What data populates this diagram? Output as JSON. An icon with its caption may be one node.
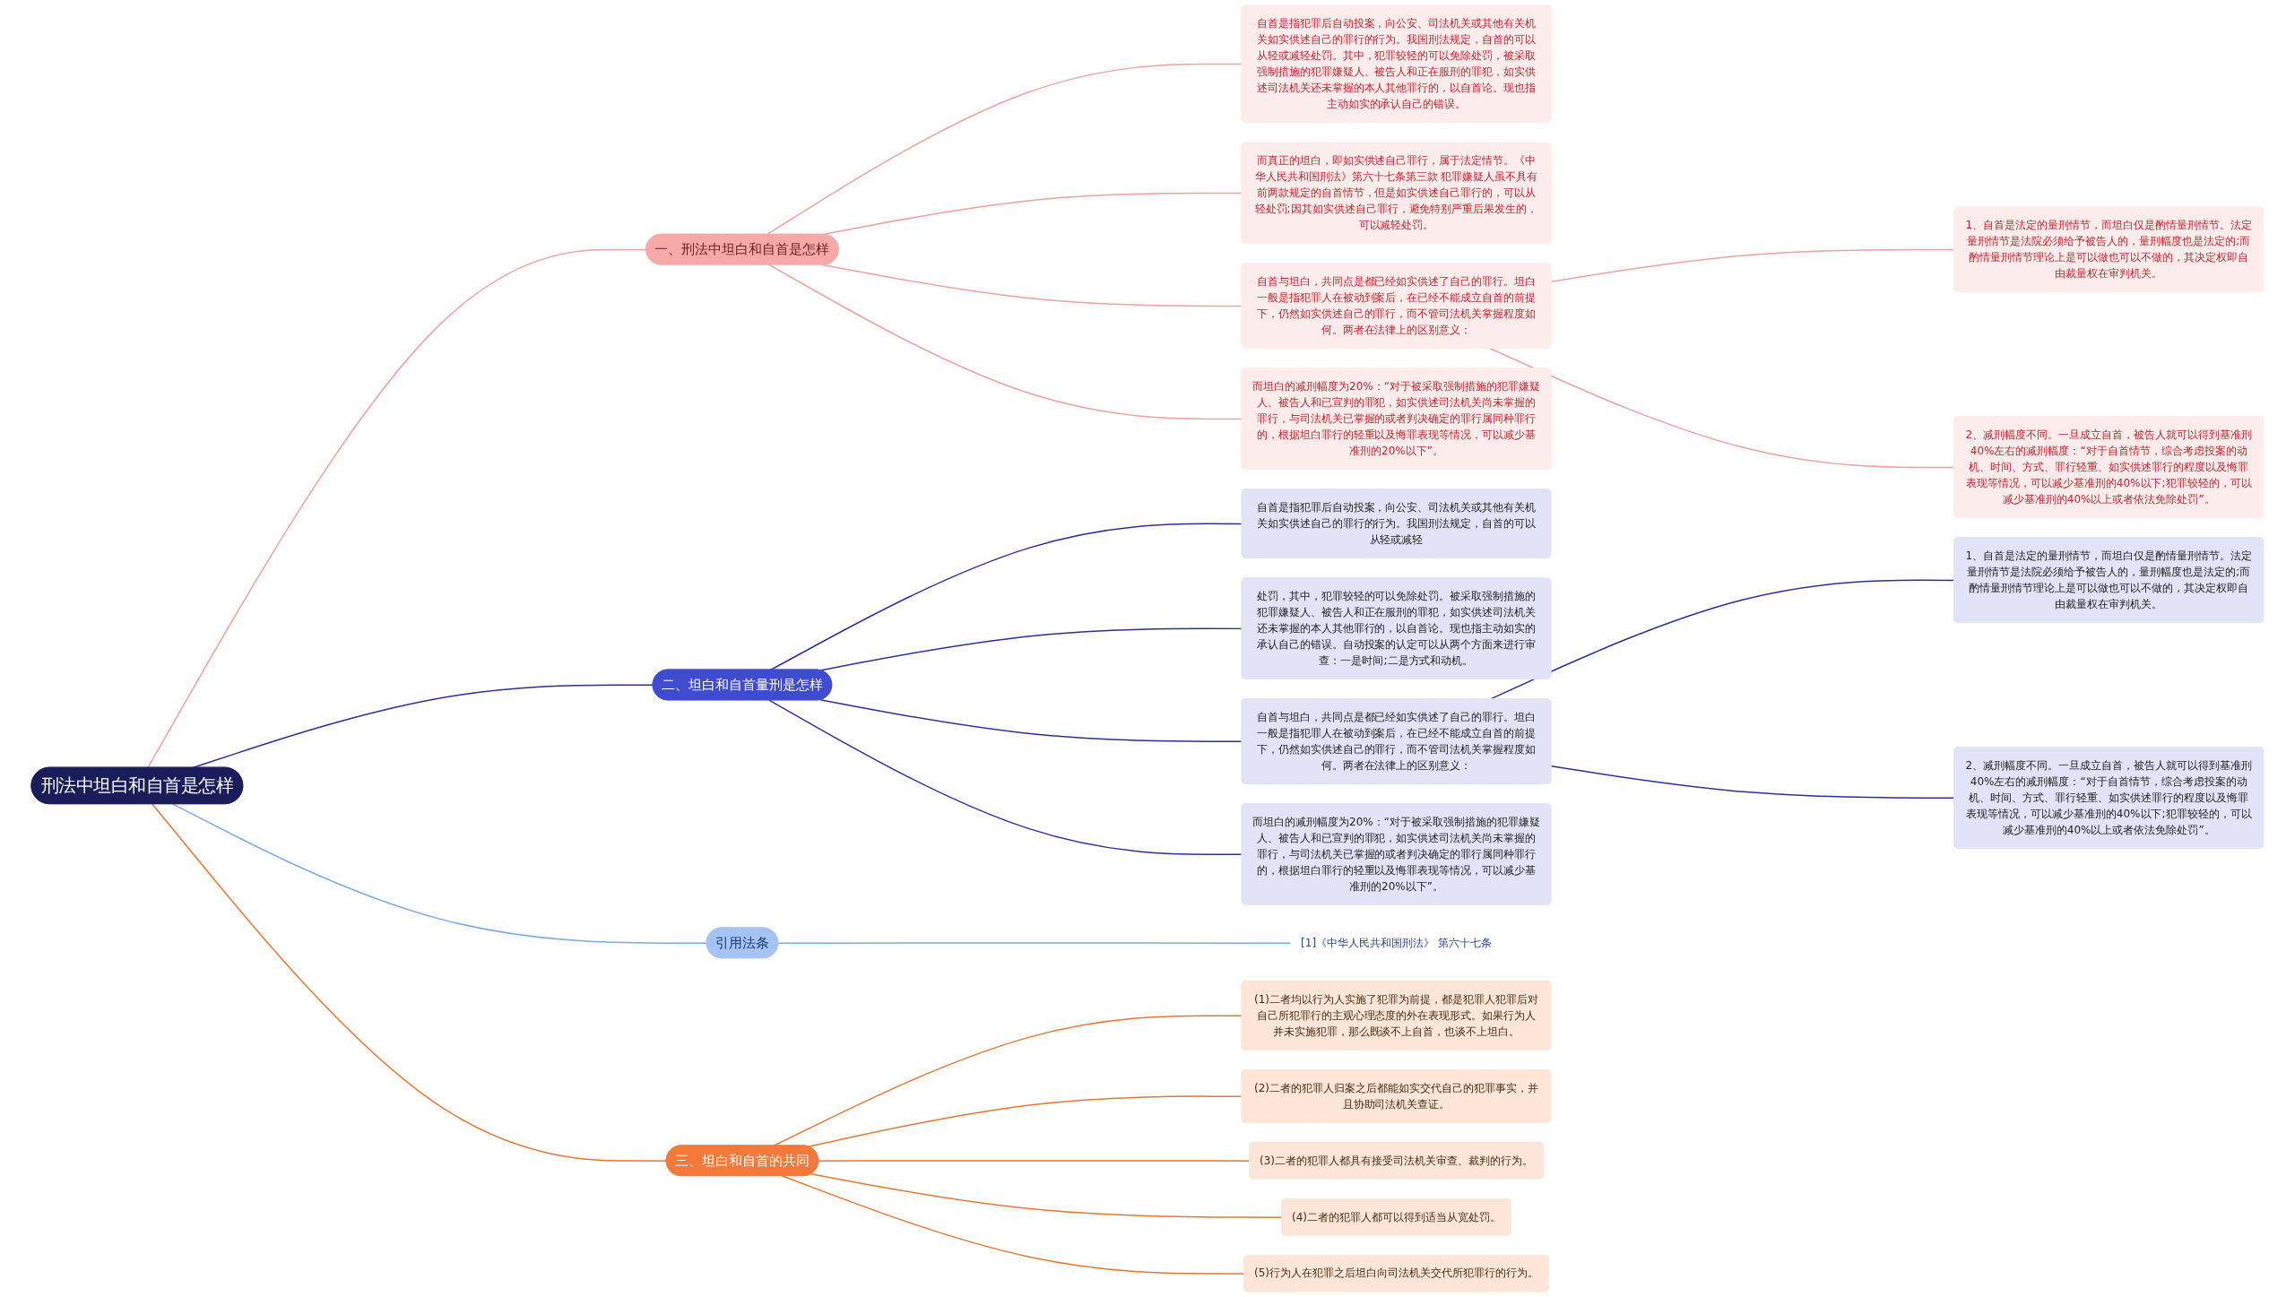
{
  "diagram": {
    "nodes": [
      {
        "text": [
          "刑法中坦白和自首是怎样"
        ]
      },
      {
        "text": [
          "一、刑法中坦白和自首是怎样"
        ]
      },
      {
        "text": [
          "自首是指犯罪后自动投案，向公安、司法机关或其他有关机关如实供述自己的罪行的行为。我国刑法规定，自首的可以从轻或减轻处罚。其中，犯罪较轻的可以免除处罚，被采取强制措施的犯罪嫌疑人、被告人和正在服刑的罪犯，如实供述司法机关还未掌握的本人其他罪行的，以自首论。现也指主动如实的承认自己的错误。"
        ]
      },
      {
        "text": [
          "而真正的坦白，即如实供述自己罪行，属于法定情节。《中华人民共和国刑法》第六十七条第三款 犯罪嫌疑人虽不具有前两款规定的自首情节，但是如实供述自己罪行的，可以从轻处罚;因其如实供述自己罪行，避免特别严重后果发生的，可以减轻处罚。"
        ]
      },
      {
        "text": [
          "自首与坦白，共同点是都已经如实供述了自己的罪行。坦白一般是指犯罪人在被动到案后，在已经不能成立自首的前提下，仍然如实供述自己的罪行，而不管司法机关掌握程度如何。两者在法律上的区别意义："
        ]
      },
      {
        "text": [
          "而坦白的减刑幅度为20%：“对于被采取强制措施的犯罪嫌疑人、被告人和已宣判的罪犯，如实供述司法机关尚未掌握的罪行，与司法机关已掌握的或者判决确定的罪行属同种罪行的，根据坦白罪行的轻重以及悔罪表现等情况，可以减少基准刑的20%以下”。"
        ]
      },
      {
        "text": [
          "1、自首是法定的量刑情节，而坦白仅是酌情量刑情节。法定量刑情节是法院必须给予被告人的，量刑幅度也是法定的;而酌情量刑情节理论上是可以做也可以不做的，其决定权即自由裁量权在审判机关。"
        ]
      },
      {
        "text": [
          "2、减刑幅度不同。一旦成立自首，被告人就可以得到基准刑40%左右的减刑幅度：“对于自首情节，综合考虑投案的动机、时间、方式、罪行轻重、如实供述罪行的程度以及悔罪表现等情况，可以减少基准刑的40%以下;犯罪较轻的，可以减少基准刑的40%以上或者依法免除处罚”。"
        ]
      },
      {
        "text": [
          "二、坦白和自首量刑是怎样"
        ]
      },
      {
        "text": [
          "自首是指犯罪后自动投案，向公安、司法机关或其他有关机关如实供述自己的罪行的行为。我国刑法规定，自首的可以从轻或减轻"
        ]
      },
      {
        "text": [
          "处罚，其中，犯罪较轻的可以免除处罚。被采取强制措施的犯罪嫌疑人、被告人和正在服刑的罪犯，如实供述司法机关还未掌握的本人其他罪行的，以自首论。现也指主动如实的承认自己的错误。自动投案的认定可以从两个方面来进行审查：一是时间;二是方式和动机。"
        ]
      },
      {
        "text": [
          "自首与坦白，共同点是都已经如实供述了自己的罪行。坦白一般是指犯罪人在被动到案后，在已经不能成立自首的前提下，仍然如实供述自己的罪行，而不管司法机关掌握程度如何。两者在法律上的区别意义："
        ]
      },
      {
        "text": [
          "而坦白的减刑幅度为20%：“对于被采取强制措施的犯罪嫌疑人、被告人和已宣判的罪犯，如实供述司法机关尚未掌握的罪行，与司法机关已掌握的或者判决确定的罪行属同种罪行的，根据坦白罪行的轻重以及悔罪表现等情况，可以减少基准刑的20%以下”。"
        ]
      },
      {
        "text": [
          "1、自首是法定的量刑情节，而坦白仅是酌情量刑情节。法定量刑情节是法院必须给予被告人的，量刑幅度也是法定的;而酌情量刑情节理论上是可以做也可以不做的，其决定权即自由裁量权在审判机关。"
        ]
      },
      {
        "text": [
          "2、减刑幅度不同。一旦成立自首，被告人就可以得到基准刑40%左右的减刑幅度：“对于自首情节，综合考虑投案的动机、时间、方式、罪行轻重、如实供述罪行的程度以及悔罪表现等情况，可以减少基准刑的40%以下;犯罪较轻的，可以减少基准刑的40%以上或者依法免除处罚”。"
        ]
      },
      {
        "text": [
          "引用法条"
        ]
      },
      {
        "text": [
          "[1]《中华人民共和国刑法》 第六十七条"
        ]
      },
      {
        "text": [
          "三、坦白和自首的共同"
        ]
      },
      {
        "text": [
          "(1)二者均以行为人实施了犯罪为前提，都是犯罪人犯罪后对自己所犯罪行的主观心理态度的外在表现形式。如果行为人并未实施犯罪，那么既谈不上自首，也谈不上坦白。"
        ]
      },
      {
        "text": [
          "(2)二者的犯罪人归案之后都能如实交代自己的犯罪事实，并且协助司法机关查证。"
        ]
      },
      {
        "text": [
          "(3)二者的犯罪人都具有接受司法机关审查、裁判的行为。"
        ]
      },
      {
        "text": [
          "(4)二者的犯罪人都可以得到适当从宽处罚。"
        ]
      },
      {
        "text": [
          "(5)行为人在犯罪之后坦白向司法机关交代所犯罪行的行为。"
        ]
      }
    ],
    "edges": [
      {
        "from": 0,
        "to": 1,
        "arrow": "none",
        "color": "#f0a0a0"
      },
      {
        "from": 1,
        "to": 2,
        "arrow": "none",
        "color": "#f0a0a0"
      },
      {
        "from": 1,
        "to": 3,
        "arrow": "none",
        "color": "#f0a0a0"
      },
      {
        "from": 1,
        "to": 4,
        "arrow": "none",
        "color": "#f0a0a0"
      },
      {
        "from": 1,
        "to": 5,
        "arrow": "none",
        "color": "#f0a0a0"
      },
      {
        "from": 4,
        "to": 6,
        "arrow": "none",
        "color": "#f0a0a0"
      },
      {
        "from": 4,
        "to": 7,
        "arrow": "none",
        "color": "#f0a0a0"
      },
      {
        "from": 0,
        "to": 8,
        "arrow": "none",
        "color": "#2b2f9e"
      },
      {
        "from": 8,
        "to": 9,
        "arrow": "none",
        "color": "#2b2f9e"
      },
      {
        "from": 8,
        "to": 10,
        "arrow": "none",
        "color": "#2b2f9e"
      },
      {
        "from": 8,
        "to": 11,
        "arrow": "none",
        "color": "#2b2f9e"
      },
      {
        "from": 8,
        "to": 12,
        "arrow": "none",
        "color": "#2b2f9e"
      },
      {
        "from": 11,
        "to": 13,
        "arrow": "none",
        "color": "#2b2f9e"
      },
      {
        "from": 11,
        "to": 14,
        "arrow": "none",
        "color": "#2b2f9e"
      },
      {
        "from": 0,
        "to": 15,
        "arrow": "none",
        "color": "#7aa8ec"
      },
      {
        "from": 15,
        "to": 16,
        "arrow": "none",
        "color": "#7aa8ec"
      },
      {
        "from": 0,
        "to": 17,
        "arrow": "none",
        "color": "#e9762f"
      },
      {
        "from": 17,
        "to": 18,
        "arrow": "none",
        "color": "#e9762f"
      },
      {
        "from": 17,
        "to": 19,
        "arrow": "none",
        "color": "#e9762f"
      },
      {
        "from": 17,
        "to": 20,
        "arrow": "none",
        "color": "#e9762f"
      },
      {
        "from": 17,
        "to": 21,
        "arrow": "none",
        "color": "#e9762f"
      },
      {
        "from": 17,
        "to": 22,
        "arrow": "none",
        "color": "#e9762f"
      }
    ]
  }
}
